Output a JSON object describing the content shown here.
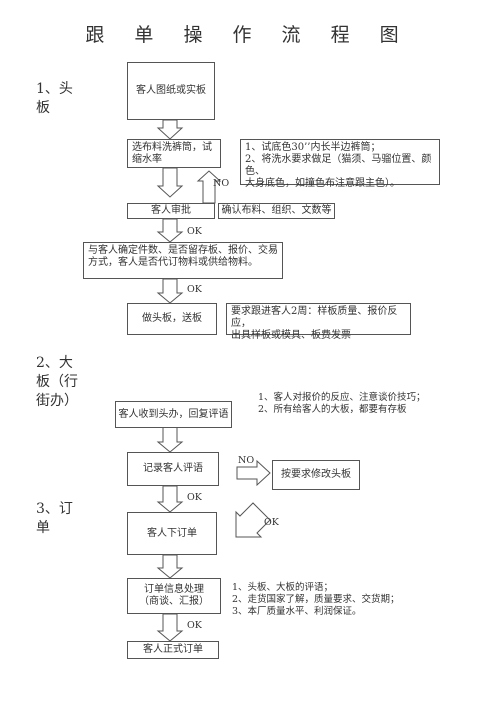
{
  "title": "跟 单 操 作 流 程 图",
  "sections": {
    "s1": [
      "1、头",
      "板"
    ],
    "s2": [
      "2、大",
      "板（行",
      "街办）"
    ],
    "s3": [
      "3、订",
      "单"
    ]
  },
  "boxes": {
    "b1": "客人图纸或实板",
    "b2": "选布料洗裤筒，试缩水率",
    "b3": "客人审批",
    "b4": "与客人确定件数、是否留存板、报价、交易方式，客人是否代订物料或供给物料。",
    "b5": "做头板，送板",
    "b6": "客人收到头办，回复评语",
    "b7": "记录客人评语",
    "b8": "按要求修改头板",
    "b9": "客人下订单",
    "b10": [
      "订单信息处理",
      "（商谈、汇报）"
    ],
    "b11": "客人正式订单"
  },
  "notes": {
    "n1": [
      "1、试底色30’’内长半边裤筒；",
      "2、将洗水要求做足（猫须、马骝位置、颜色、",
      "大身底色，如撞色布注意跟主色）。"
    ],
    "n2": "确认布料、组织、文数等",
    "n3": [
      "要求跟进客人2周：样板质量、报价反应，",
      "出具样板或模具、板费发票"
    ],
    "n4": [
      "1、客人对报价的反应、注意谈价技巧；",
      "2、所有给客人的大板，都要有存板"
    ],
    "n5": [
      "1、头板、大板的评语；",
      "2、走货国家了解，质量要求、交货期；",
      "3、本厂质量水平、利润保证。"
    ]
  },
  "labels": {
    "no1": "NO",
    "ok1": "OK",
    "ok2": "OK",
    "no2": "NO",
    "ok3": "OK",
    "ok4": "OK",
    "ok5": "OK"
  }
}
